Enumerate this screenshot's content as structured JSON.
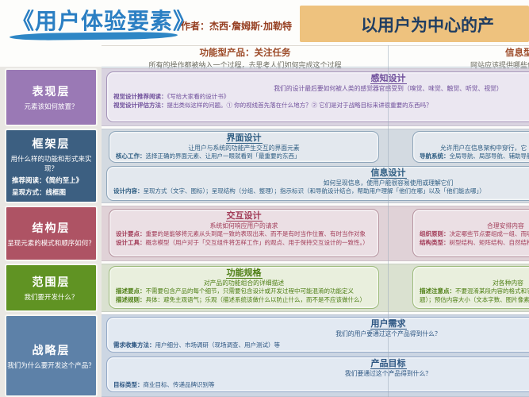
{
  "header": {
    "book_title": "《用户体验要素》",
    "author": "作者：杰西·詹姆斯·加勒特",
    "banner": "以用户为中心的产",
    "col_functional": {
      "title": "功能型产品：关注任务",
      "subtitle": "所有的操作都被纳入一个过程，去思考人们如何完成这个过程"
    },
    "col_informational": {
      "title": "信息型",
      "subtitle": "网站应该提供哪些信息"
    }
  },
  "layers": [
    {
      "name": "表现层",
      "question": "元素该如何放置？",
      "extra1": "",
      "extra2": ""
    },
    {
      "name": "框架层",
      "question": "用什么样的功能和形式来实现？",
      "extra1": "推荐阅读：《简约至上》",
      "extra2": "呈现方式：线框图"
    },
    {
      "name": "结构层",
      "question": "呈现元素的模式和顺序如何？"
    },
    {
      "name": "范围层",
      "question": "我们要开发什么？"
    },
    {
      "name": "战略层",
      "question": "我们为什么要开发这个产品？"
    }
  ],
  "boxes": {
    "perception": {
      "title": "感知设计",
      "subtitle": "我们的设计最后要如何被人类的感觉器官感受到（嗅觉、味觉、触觉、听觉、视觉）",
      "lines": [
        {
          "label": "视觉设计推荐阅读：",
          "text": "《写给大家看的设计书》"
        },
        {
          "label": "视觉设计评估方法：",
          "text": "提出类似这样的问题。① 你的视线首先落在什么地方？② 它们是对于战略目标来讲很重要的东西吗？"
        }
      ]
    },
    "interface": {
      "title": "界面设计",
      "subtitle": "让用户与系统的功能产生交互的界面元素",
      "lines": [
        {
          "label": "核心工作：",
          "text": "选择正确的界面元素、让用户一眼就看到「最重要的东西」"
        }
      ]
    },
    "navigation": {
      "partial_line": "允许用户在信息架构中穿行，它",
      "lines": [
        {
          "label": "导航系统：",
          "text": "全局导航、局部导航、辅助导航、"
        }
      ]
    },
    "information": {
      "title": "信息设计",
      "subtitle": "如何呈现信息，使用户能很容易使用或理解它们",
      "lines": [
        {
          "label": "设计内容：",
          "text": "呈现方式（文字、图标）；呈现结构（分组、整理）；指示标识（和导航设计结合，帮助用户理解「他们在哪」以及「他们能去哪」）"
        }
      ]
    },
    "interaction": {
      "title": "交互设计",
      "subtitle": "系统如何响应用户的请求",
      "lines": [
        {
          "label": "设计要点：",
          "text": "重要的是能够将元素从头到尾一致的表现出来、而不是有时当作位置、有时当作对象"
        },
        {
          "label": "设计工具：",
          "text": "概念模型（用户对于「交互组件将怎样工作」的观点、用于保持交互设计的一致性。）"
        }
      ]
    },
    "architecture": {
      "partial_line": "合理安排内容",
      "lines": [
        {
          "label": "组织原则：",
          "text": "决定哪些节点要组成一组、而哪些"
        },
        {
          "label": "结构类型：",
          "text": "树型结构、矩阵结构、自然结构"
        }
      ]
    },
    "functional_spec": {
      "title": "功能规格",
      "subtitle": "对产品的功能组合的详细描述",
      "lines": [
        {
          "label": "描述要点：",
          "text": "不需要包含产品的每个细节，只需要包含设计或开发过程中可能混淆的功能定义"
        },
        {
          "label": "描述规则：",
          "text": "具体：避免主观语气；乐观（描述系统该做什么以防止什么，而不是不应该做什么）"
        }
      ]
    },
    "content_requirements": {
      "partial_line": "对各种内容",
      "lines": [
        {
          "label": "描述注意点：",
          "text": "不要混淆某段内容的格式和它的"
        },
        {
          "label": "",
          "text": "题）；预估内容大小（文本字数、图片像素等"
        }
      ]
    },
    "user_needs": {
      "title": "用户需求",
      "subtitle": "我们的用户要通过这个产品得到什么？",
      "lines": [
        {
          "label": "需求收集方法：",
          "text": "用户细分、市场调研（现场调查、用户测试）等"
        }
      ]
    },
    "product_goals": {
      "title": "产品目标",
      "subtitle": "我们要通过这个产品得到什么？",
      "lines": [
        {
          "label": "目标类型：",
          "text": "商业目标、传递品牌识别等"
        }
      ]
    }
  },
  "colors": {
    "title_blue": "#2b7fc3",
    "banner_bg": "#eec27e",
    "banner_text": "#1f3d62",
    "header_red": "#9c4a28",
    "layer_surface": "#9a79b5",
    "layer_skeleton": "#3c5f81",
    "layer_structure": "#ae5364",
    "layer_scope": "#609323",
    "layer_strategy": "#5d81a8"
  }
}
